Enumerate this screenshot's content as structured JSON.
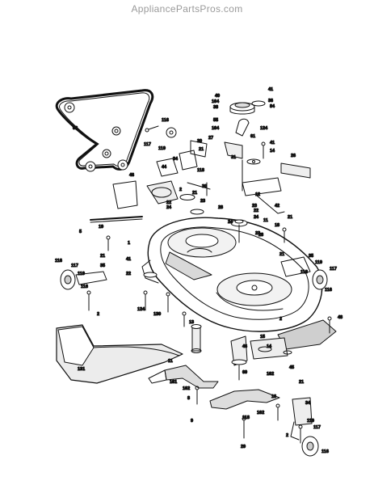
{
  "watermark": "AppliancePartsPros.com",
  "colors": {
    "line": "#111111",
    "shade": "#bdbdbd",
    "light": "#e6e6e6",
    "watermark": "#9a9a9a"
  },
  "diagram": {
    "parts": [
      "belt",
      "spindle-assembly",
      "idler-pulley",
      "deck-housing",
      "blade-left",
      "blade-right",
      "discharge-chute",
      "gauge-wheel-left",
      "gauge-wheel-right",
      "deflector-shield",
      "belt-guard",
      "stabilizer-bracket",
      "hanger-bracket",
      "hardware"
    ],
    "callouts": [
      {
        "id": "c1",
        "text": "41"
      },
      {
        "id": "c2",
        "text": "40"
      },
      {
        "id": "c3",
        "text": "164"
      },
      {
        "id": "c4",
        "text": "38"
      },
      {
        "id": "c5",
        "text": "36"
      },
      {
        "id": "c6",
        "text": "84"
      },
      {
        "id": "c7",
        "text": "116"
      },
      {
        "id": "c8",
        "text": "68"
      },
      {
        "id": "c9",
        "text": "117"
      },
      {
        "id": "c10",
        "text": "119"
      },
      {
        "id": "c11",
        "text": "55"
      },
      {
        "id": "c12",
        "text": "164"
      },
      {
        "id": "c13",
        "text": "124"
      },
      {
        "id": "c14",
        "text": "61"
      },
      {
        "id": "c15",
        "text": "27"
      },
      {
        "id": "c16",
        "text": "21"
      },
      {
        "id": "c17",
        "text": "30"
      },
      {
        "id": "c18",
        "text": "14"
      },
      {
        "id": "c19",
        "text": "41"
      },
      {
        "id": "c20",
        "text": "26"
      },
      {
        "id": "c21",
        "text": "31"
      },
      {
        "id": "c22",
        "text": "34"
      },
      {
        "id": "c23",
        "text": "118"
      },
      {
        "id": "c24",
        "text": "44"
      },
      {
        "id": "c25",
        "text": "46"
      },
      {
        "id": "c26",
        "text": "5"
      },
      {
        "id": "c27",
        "text": "2"
      },
      {
        "id": "c28",
        "text": "21"
      },
      {
        "id": "c29",
        "text": "22"
      },
      {
        "id": "c30",
        "text": "24"
      },
      {
        "id": "c31",
        "text": "23"
      },
      {
        "id": "c32",
        "text": "28"
      },
      {
        "id": "c33",
        "text": "30"
      },
      {
        "id": "c34",
        "text": "12"
      },
      {
        "id": "c35",
        "text": "23"
      },
      {
        "id": "c36",
        "text": "22"
      },
      {
        "id": "c37",
        "text": "24"
      },
      {
        "id": "c38",
        "text": "18"
      },
      {
        "id": "c39",
        "text": "42"
      },
      {
        "id": "c40",
        "text": "21"
      },
      {
        "id": "c41",
        "text": "28"
      },
      {
        "id": "c42",
        "text": "11"
      },
      {
        "id": "c43",
        "text": "23"
      },
      {
        "id": "c44",
        "text": "24"
      },
      {
        "id": "c45",
        "text": "19"
      },
      {
        "id": "c46",
        "text": "41"
      },
      {
        "id": "c47",
        "text": "1"
      },
      {
        "id": "c48",
        "text": "116"
      },
      {
        "id": "c49",
        "text": "117"
      },
      {
        "id": "c50",
        "text": "21"
      },
      {
        "id": "c51",
        "text": "35"
      },
      {
        "id": "c52",
        "text": "119"
      },
      {
        "id": "c53",
        "text": "118"
      },
      {
        "id": "c54",
        "text": "2"
      },
      {
        "id": "c55",
        "text": "22"
      },
      {
        "id": "c56",
        "text": "124"
      },
      {
        "id": "c57",
        "text": "130"
      },
      {
        "id": "c58",
        "text": "21"
      },
      {
        "id": "c59",
        "text": "35"
      },
      {
        "id": "c60",
        "text": "119"
      },
      {
        "id": "c61",
        "text": "117"
      },
      {
        "id": "c62",
        "text": "116"
      },
      {
        "id": "c63",
        "text": "118"
      },
      {
        "id": "c64",
        "text": "48"
      },
      {
        "id": "c65",
        "text": "2"
      },
      {
        "id": "c66",
        "text": "13"
      },
      {
        "id": "c67",
        "text": "15"
      },
      {
        "id": "c68",
        "text": "14"
      },
      {
        "id": "c69",
        "text": "46"
      },
      {
        "id": "c70",
        "text": "131"
      },
      {
        "id": "c71",
        "text": "11"
      },
      {
        "id": "c72",
        "text": "161"
      },
      {
        "id": "c73",
        "text": "162"
      },
      {
        "id": "c74",
        "text": "8"
      },
      {
        "id": "c75",
        "text": "69"
      },
      {
        "id": "c76",
        "text": "162"
      },
      {
        "id": "c77",
        "text": "45"
      },
      {
        "id": "c78",
        "text": "21"
      },
      {
        "id": "c79",
        "text": "16"
      },
      {
        "id": "c80",
        "text": "34"
      },
      {
        "id": "c81",
        "text": "162"
      },
      {
        "id": "c82",
        "text": "118"
      },
      {
        "id": "c83",
        "text": "2"
      },
      {
        "id": "c84",
        "text": "29"
      },
      {
        "id": "c85",
        "text": "119"
      },
      {
        "id": "c86",
        "text": "117"
      },
      {
        "id": "c87",
        "text": "116"
      },
      {
        "id": "c88",
        "text": "9"
      }
    ]
  }
}
